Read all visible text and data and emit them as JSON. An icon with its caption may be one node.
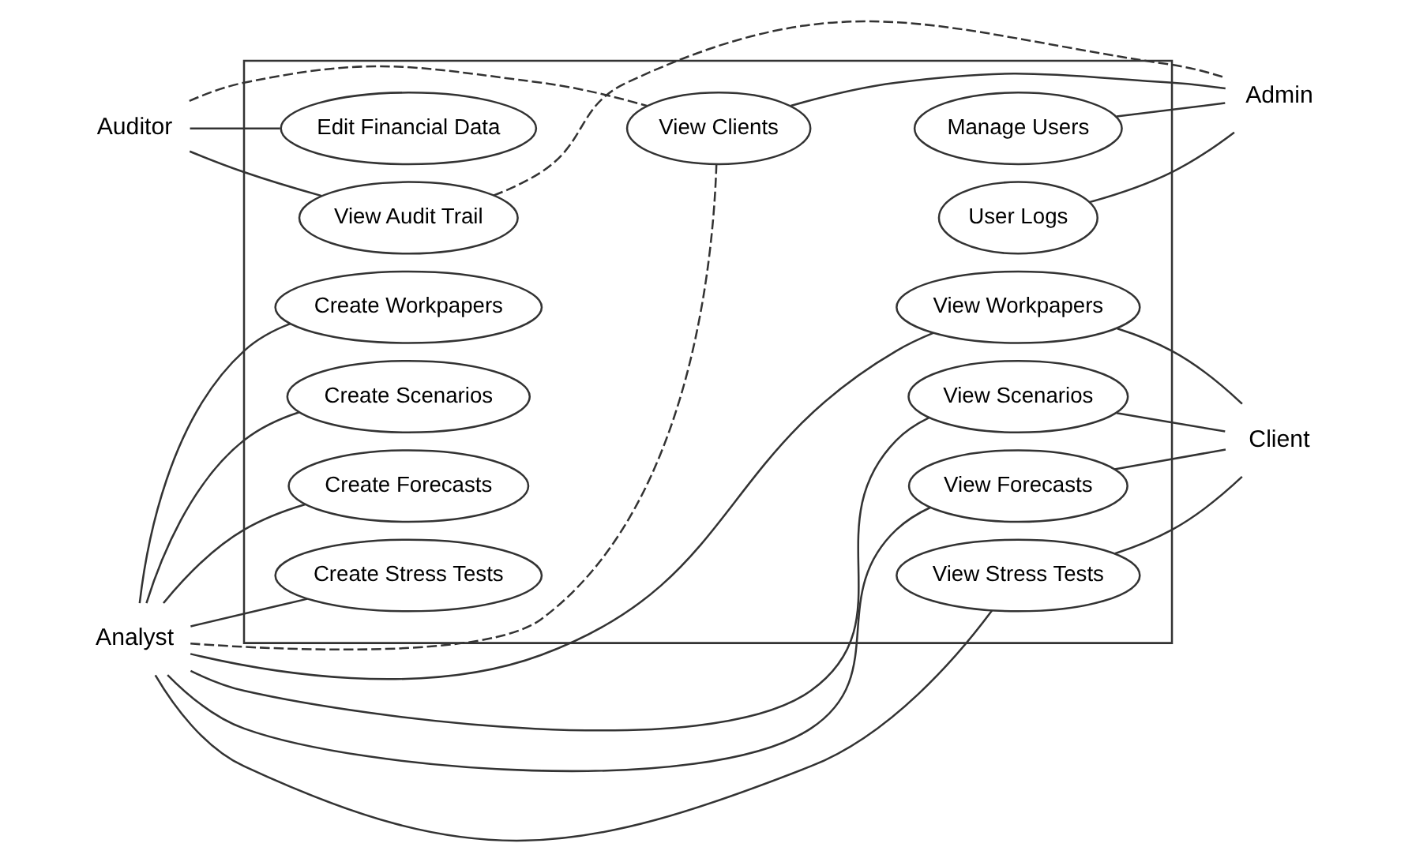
{
  "diagram": {
    "nodes": [
      {
        "text": [
          "Auditor"
        ]
      },
      {
        "text": [],
        "shape": "box"
      },
      {
        "text": [
          "Edit Financial Data"
        ],
        "in": 1
      },
      {
        "text": [
          "Manage Users"
        ],
        "in": 1
      },
      {
        "text": [
          "View Audit Trail"
        ],
        "in": 1
      },
      {
        "text": [
          "User Logs"
        ],
        "in": 1
      },
      {
        "text": [
          "Admin"
        ]
      },
      {
        "text": [
          "View Clients"
        ],
        "in": 1
      },
      {
        "text": [
          "Create Workpapers"
        ],
        "in": 1
      },
      {
        "text": [
          "View Workpapers"
        ],
        "in": 1
      },
      {
        "text": [
          "Create Scenarios"
        ],
        "in": 1
      },
      {
        "text": [
          "View Scenarios"
        ],
        "in": 1
      },
      {
        "text": [
          "Analyst"
        ]
      },
      {
        "text": [
          "Create Forecasts"
        ],
        "in": 1
      },
      {
        "text": [
          "View Forecasts"
        ],
        "in": 1
      },
      {
        "text": [
          "Create Stress Tests"
        ],
        "in": 1
      },
      {
        "text": [
          "View Stress Tests"
        ],
        "in": 1
      },
      {
        "text": [
          "Client"
        ]
      }
    ],
    "edges": [
      {
        "from": 0,
        "to": 2,
        "arrow": "none"
      },
      {
        "from": 0,
        "to": 4,
        "arrow": "none"
      },
      {
        "from": 0,
        "to": 7,
        "arrow": "none",
        "style": "dashed"
      },
      {
        "from": 4,
        "to": 6,
        "arrow": "none",
        "style": "dashed"
      },
      {
        "from": 3,
        "to": 6,
        "arrow": "none"
      },
      {
        "from": 5,
        "to": 6,
        "arrow": "none"
      },
      {
        "from": 7,
        "to": 6,
        "arrow": "none"
      },
      {
        "from": 12,
        "to": 7,
        "arrow": "none",
        "style": "dashed"
      },
      {
        "from": 12,
        "to": 8,
        "arrow": "none"
      },
      {
        "from": 12,
        "to": 10,
        "arrow": "none"
      },
      {
        "from": 12,
        "to": 13,
        "arrow": "none"
      },
      {
        "from": 12,
        "to": 15,
        "arrow": "none"
      },
      {
        "from": 12,
        "to": 9,
        "arrow": "none"
      },
      {
        "from": 12,
        "to": 11,
        "arrow": "none"
      },
      {
        "from": 12,
        "to": 14,
        "arrow": "none"
      },
      {
        "from": 12,
        "to": 16,
        "arrow": "none"
      },
      {
        "from": 9,
        "to": 17,
        "arrow": "none"
      },
      {
        "from": 11,
        "to": 17,
        "arrow": "none"
      },
      {
        "from": 14,
        "to": 17,
        "arrow": "none"
      },
      {
        "from": 16,
        "to": 17,
        "arrow": "none"
      }
    ]
  }
}
